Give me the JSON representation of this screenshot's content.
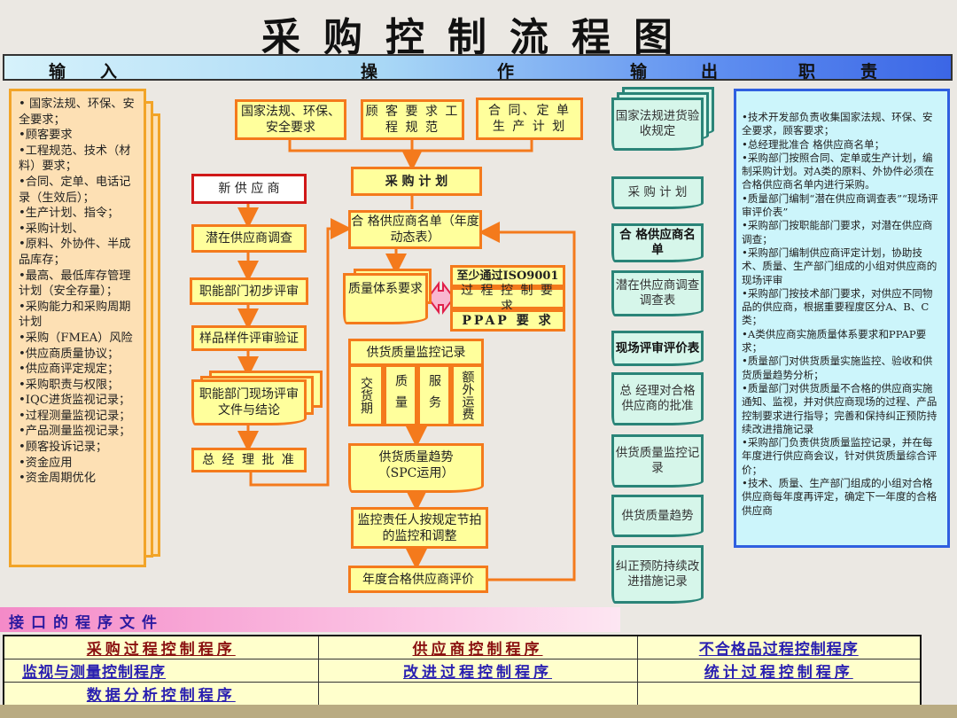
{
  "title": "采购控制流程图",
  "header": [
    "输",
    "入",
    "操",
    "作",
    "输",
    "出",
    "职",
    "责"
  ],
  "inputs": [
    "• 国家法规、环保、安全要求；",
    "•顾客要求",
    "•工程规范、技术（材料）要求；",
    "•合同、定单、电话记录（生效后）；",
    "•生产计划、指令；",
    "•采购计划、",
    "•原料、外协件、半成品库存；",
    "•最高、最低库存管理计划（安全存量）；",
    "•采购能力和采购周期计划",
    "•采购（FMEA）风险",
    "•供应商质量协议；",
    "•供应商评定规定；",
    "•采购职责与权限；",
    "•IQC进货监视记录；",
    "•过程测量监视记录；",
    "•产品测量监视记录；",
    "•顾客投诉记录；",
    "•资金应用",
    "•资金周期优化"
  ],
  "ops": {
    "law": "国家法规、环保、安全要求",
    "customer": "顾 客 要 求 工 程 规 范",
    "contract": "合 同、定 单 生 产 计 划",
    "plan": "采 购 计 划",
    "new_supplier": "新 供 应 商",
    "survey": "潜在供应商调查",
    "prelim": "职能部门初步评审",
    "sample": "样品样件评审验证",
    "onsite": "职能部门现场评审文件与结论",
    "gm": "总 经 理 批 准",
    "qualified": "合 格供应商名单（年度动态表）",
    "qms": "质量体系要求",
    "iso": "至少通过ISO9001",
    "process": "过 程 控 制 要 求",
    "ppap": "PPAP 要 求",
    "monitor": "供货质量监控记录",
    "cols": [
      "交货期",
      "质量",
      "服务",
      "额外运费"
    ],
    "trend": "供货质量趋势（SPC运用）",
    "adjust": "监控责任人按规定节拍的监控和调整",
    "annual": "年度合格供应商评价"
  },
  "outputs": [
    "国家法规进货验收规定",
    "采 购 计 划",
    "合 格供应商名单",
    "潜在供应商调查调查表",
    "现场评审评价表",
    "总 经理对合格供应商的批准",
    "供货质量监控记录",
    "供货质量趋势",
    "纠正预防持续改进措施记录"
  ],
  "responsibilities": [
    "•技术开发部负责收集国家法规、环保、安全要求，顾客要求；",
    "•总经理批准合 格供应商名单；",
    "•采购部门按照合同、定单或生产计划，编制采购计划。对A类的原料、外协件必须在合格供应商名单内进行采购。",
    "•质量部门编制“潜在供应商调查表”“现场评审评价表”",
    "•采购部门按职能部门要求，对潜在供应商调查；",
    "•采购部门编制供应商评定计划，协助技术、质量、生产部门组成的小组对供应商的现场评审",
    "•采购部门按技术部门要求，对供应不同物品的供应商，根据重要程度区分A、B、C类；",
    "•A类供应商实施质量体系要求和PPAP要求；",
    "•质量部门对供货质量实施监控、验收和供货质量趋势分析；",
    "•质量部门对供货质量不合格的供应商实施通知、监视，并对供应商现场的过程、产品控制要求进行指导；完善和保持纠正预防持续改进措施记录",
    "•采购部门负责供货质量监控记录，并在每年度进行供应商会议，针对供货质量综合评价；",
    "•技术、质量、生产部门组成的小组对合格供应商每年度再评定，确定下一年度的合格供应商"
  ],
  "interface": {
    "title": "接口的程序文件",
    "rows": [
      [
        "采购过程控制程序",
        "供应商控制程序",
        "不合格品过程控制程序"
      ],
      [
        "监视与测量控制程序",
        "改进过程控制程序",
        "统计过程控制程序"
      ],
      [
        "数据分析控制程序",
        "",
        ""
      ]
    ]
  }
}
